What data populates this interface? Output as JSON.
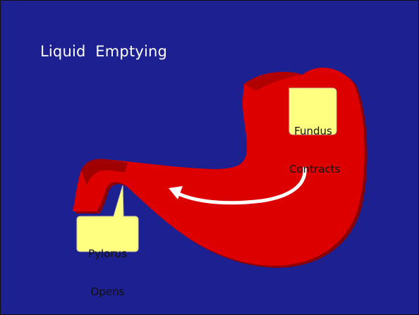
{
  "slide": {
    "title": "Liquid  Emptying",
    "background_color": "#1d2090"
  },
  "callouts": [
    {
      "id": "fundus",
      "line1": "Fundus",
      "line2": "Contracts"
    },
    {
      "id": "pylorus",
      "line1": "Pylorus",
      "line2": "Opens"
    }
  ],
  "colors": {
    "stomach": "#dd0000",
    "stomach_shadow": "#8e0000",
    "callout_fill": "#ffff80",
    "arrow": "#ffffff"
  }
}
